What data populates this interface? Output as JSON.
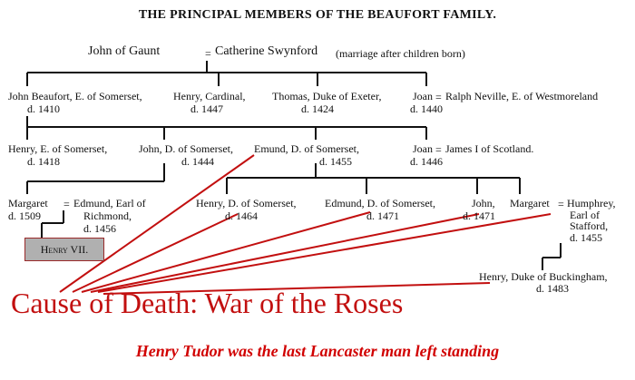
{
  "title": "THE PRINCIPAL MEMBERS OF THE BEAUFORT FAMILY.",
  "gen0": {
    "left": "John of Gaunt",
    "marriage_mark": "=",
    "right": "Catherine Swynford",
    "note": "(marriage after children born)"
  },
  "gen1": {
    "john_beaufort": {
      "name": "John Beaufort, E. of Somerset,",
      "death": "d. 1410"
    },
    "henry_cardinal": {
      "name": "Henry, Cardinal,",
      "death": "d. 1447"
    },
    "thomas": {
      "name": "Thomas, Duke of Exeter,",
      "death": "d. 1424"
    },
    "joan": {
      "name": "Joan",
      "mark": "=",
      "spouse": "Ralph Neville, E. of Westmoreland",
      "death": "d. 1440"
    }
  },
  "gen2": {
    "henry_somerset": {
      "name": "Henry, E. of Somerset,",
      "death": "d. 1418"
    },
    "john_somerset": {
      "name": "John, D. of Somerset,",
      "death": "d. 1444"
    },
    "emund": {
      "name": "Emund, D. of Somerset,",
      "death": "d. 1455"
    },
    "joan": {
      "name": "Joan",
      "mark": "=",
      "spouse": "James I of Scotland.",
      "death": "d. 1446"
    }
  },
  "gen3": {
    "margaret": {
      "name": "Margaret",
      "mark": "=",
      "death": "d. 1509"
    },
    "edmund_richmond": {
      "line1": "Edmund, Earl of",
      "line2": "Richmond,",
      "death": "d. 1456"
    },
    "henry_somerset": {
      "name": "Henry, D. of Somerset,",
      "death": "d. 1464"
    },
    "edmund_somerset": {
      "name": "Edmund, D. of Somerset,",
      "death": "d. 1471"
    },
    "john": {
      "name": "John,",
      "death": "d. 1471"
    },
    "margaret2": {
      "name": "Margaret",
      "mark": "="
    },
    "humphrey": {
      "line1": "Humphrey,",
      "line2": "Earl of",
      "line3": "Stafford,",
      "death": "d. 1455"
    }
  },
  "gen4": {
    "henry_vii": "Henry VII.",
    "buckingham": {
      "name": "Henry, Duke of Buckingham,",
      "death": "d. 1483"
    }
  },
  "cause_text": "Cause of Death: War of the Roses",
  "footer_text": "Henry Tudor was the last Lancaster man left standing",
  "colors": {
    "accent_red": "#c20f0f",
    "box_fill": "#b0b0b0"
  }
}
